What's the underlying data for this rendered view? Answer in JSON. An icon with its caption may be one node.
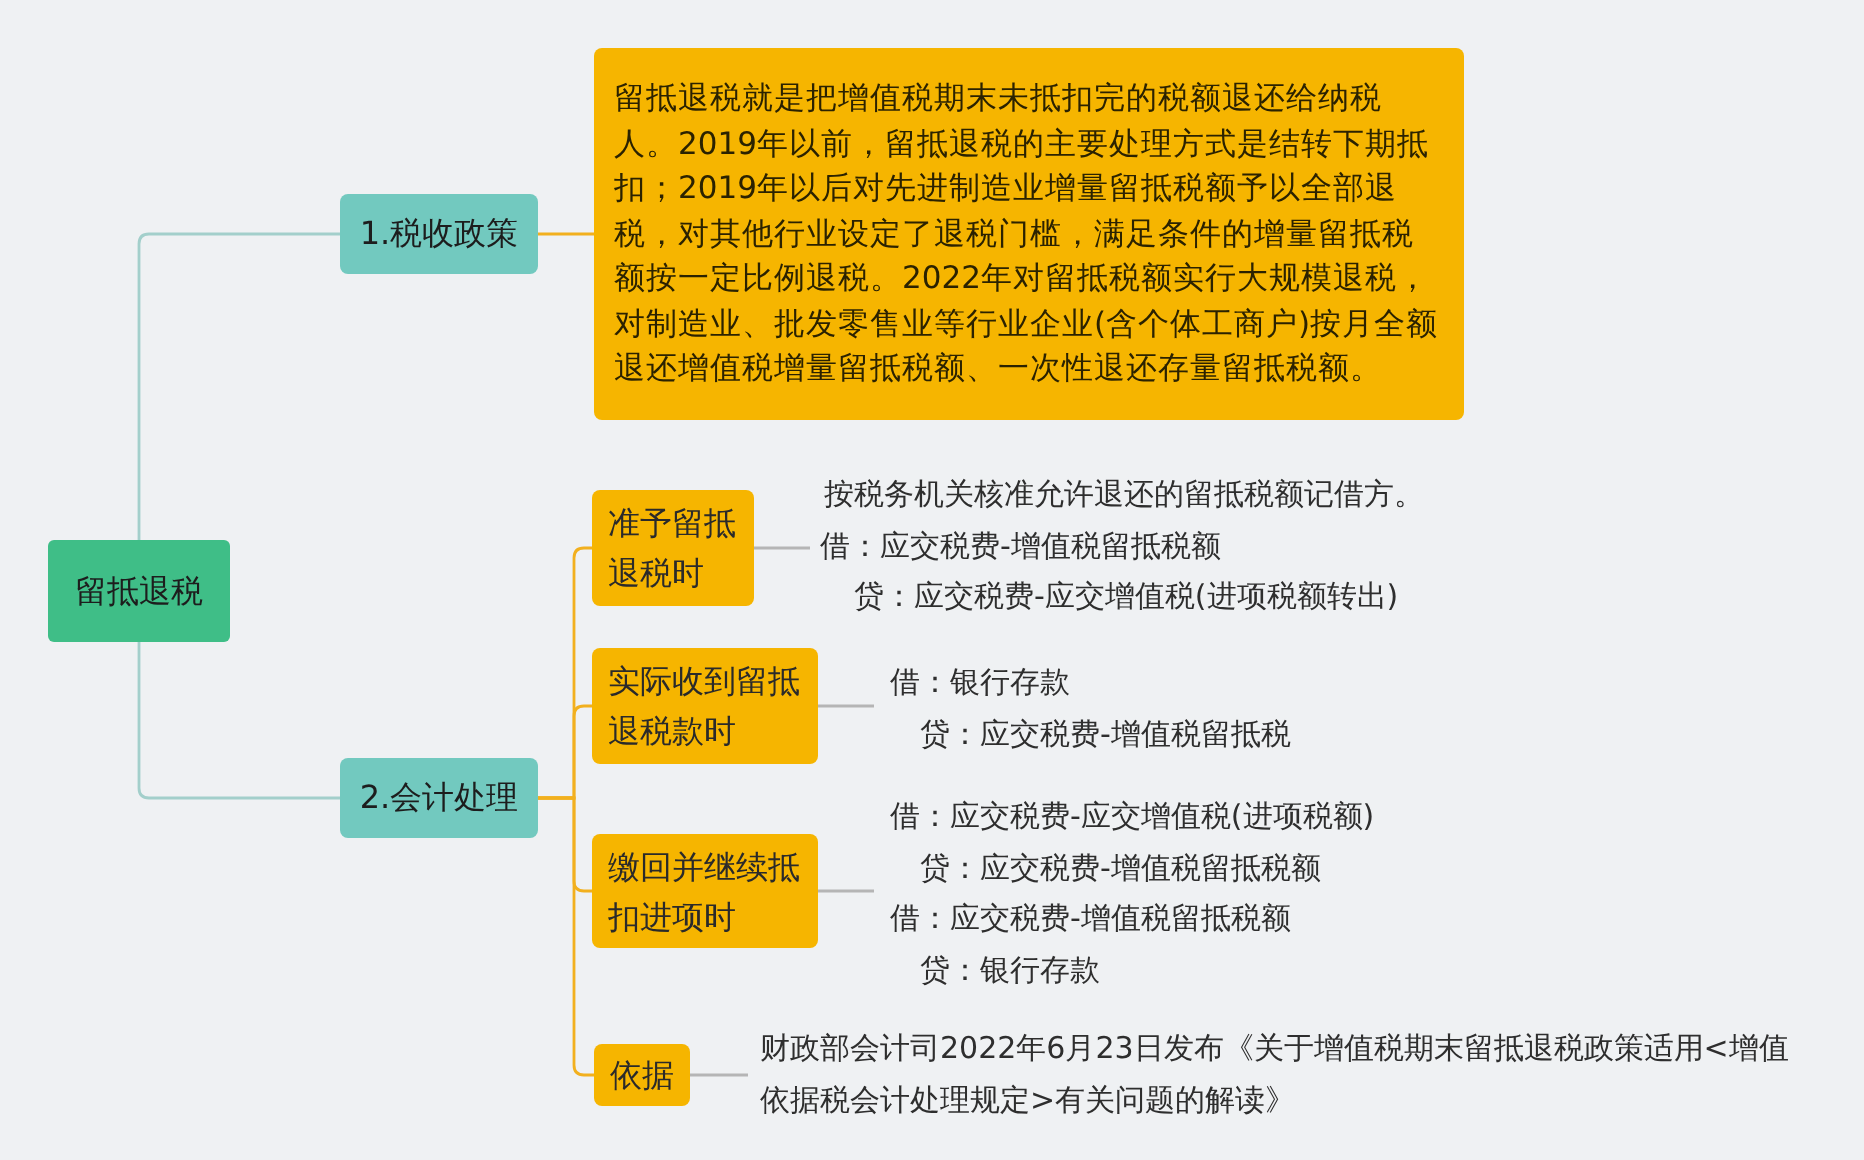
{
  "diagram": {
    "nodes": [
      {
        "text": [
          "留抵退税"
        ]
      },
      {
        "text": [
          "1.税收政策"
        ]
      },
      {
        "text": [
          "留抵退税就是把增值税期末未抵扣完的税额退还给纳税人。2019年以前，留抵退税的主要处理方式是结转下期抵扣；2019年以后对先进制造业增量留抵税额予以全部退税，对其他行业设定了退税门槛，满足条件的增量留抵税额按一定比例退税。2022年对留抵税额实行大规模退税，对制造业、批发零售业等行业企业(含个体工商户)按月全额退还增值税增量留抵税额、一次性退还存量留抵税额。"
        ]
      },
      {
        "text": [
          "2.会计处理"
        ]
      },
      {
        "text": [
          "准予留抵退税时"
        ]
      },
      {
        "text": [
          "按税务机关核准允许退还的留抵税额记借方。",
          "借：应交税费-增值税留抵税额",
          "贷：应交税费-应交增值税(进项税额转出)"
        ]
      },
      {
        "text": [
          "实际收到留抵退税款时"
        ]
      },
      {
        "text": [
          "借：银行存款",
          "贷：应交税费-增值税留抵税"
        ]
      },
      {
        "text": [
          "缴回并继续抵扣进项时"
        ]
      },
      {
        "text": [
          "借：应交税费-应交增值税(进项税额)",
          "贷：应交税费-增值税留抵税额",
          "借：应交税费-增值税留抵税额",
          "贷：银行存款"
        ]
      },
      {
        "text": [
          "依据"
        ]
      },
      {
        "text": [
          "财政部会计司2022年6月23日发布《关于增值税期末留抵退税政策适用<增值依据税会计处理规定>有关问题的解读》"
        ]
      }
    ],
    "edges": [
      {
        "from": 0,
        "to": 1,
        "arrow": "none",
        "color": "#a3cfcb"
      },
      {
        "from": 0,
        "to": 3,
        "arrow": "none",
        "color": "#a3cfcb"
      },
      {
        "from": 1,
        "to": 2,
        "arrow": "none"
      },
      {
        "from": 3,
        "to": 4,
        "arrow": "none"
      },
      {
        "from": 3,
        "to": 6,
        "arrow": "none"
      },
      {
        "from": 3,
        "to": 8,
        "arrow": "none"
      },
      {
        "from": 3,
        "to": 10,
        "arrow": "none"
      },
      {
        "from": 4,
        "to": 5,
        "arrow": "none",
        "color": "#b5b5b5"
      },
      {
        "from": 6,
        "to": 7,
        "arrow": "none",
        "color": "#b5b5b5"
      },
      {
        "from": 8,
        "to": 9,
        "arrow": "none",
        "color": "#b5b5b5"
      },
      {
        "from": 10,
        "to": 11,
        "arrow": "none",
        "color": "#b5b5b5"
      }
    ]
  }
}
